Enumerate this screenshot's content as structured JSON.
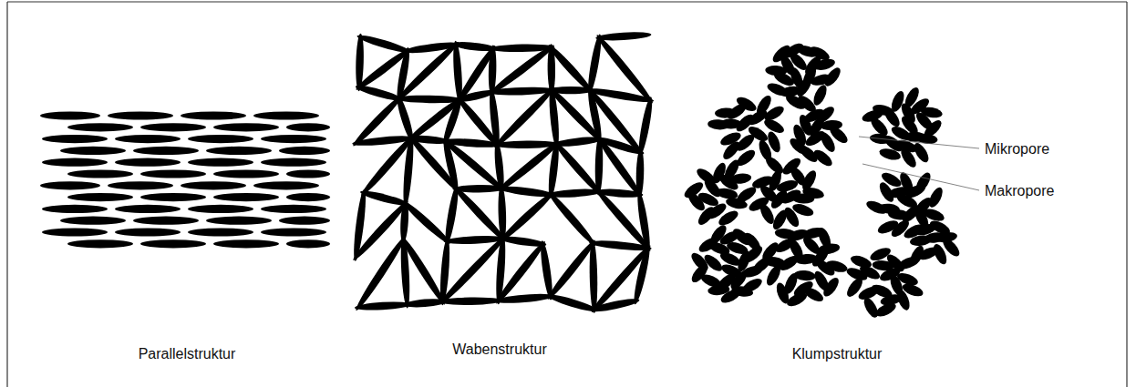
{
  "diagram": {
    "labels": [
      "Mikropore",
      "Makropore",
      "Parallelstruktur",
      "Wabenstruktur",
      "Klumpstruktur"
    ]
  }
}
